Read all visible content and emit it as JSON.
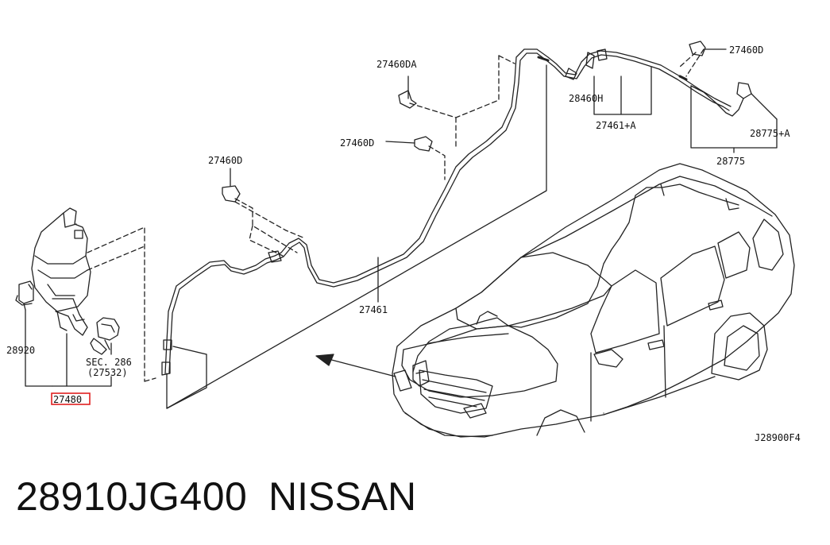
{
  "diagram": {
    "labels": {
      "l_27460DA": "27460DA",
      "l_27460D_a": "27460D",
      "l_27460D_b": "27460D",
      "l_27460D_c": "27460D",
      "l_28460H": "28460H",
      "l_27461A": "27461+A",
      "l_28775A": "28775+A",
      "l_28775": "28775",
      "l_27461": "27461",
      "l_28920": "28920",
      "l_sec286": "SEC. 286",
      "l_27532": "(27532)",
      "l_27480": "27480",
      "l_code": "J28900F4"
    },
    "highlight_color": "#e02020"
  },
  "footer": {
    "part_number": "28910JG400",
    "brand": "NISSAN"
  }
}
